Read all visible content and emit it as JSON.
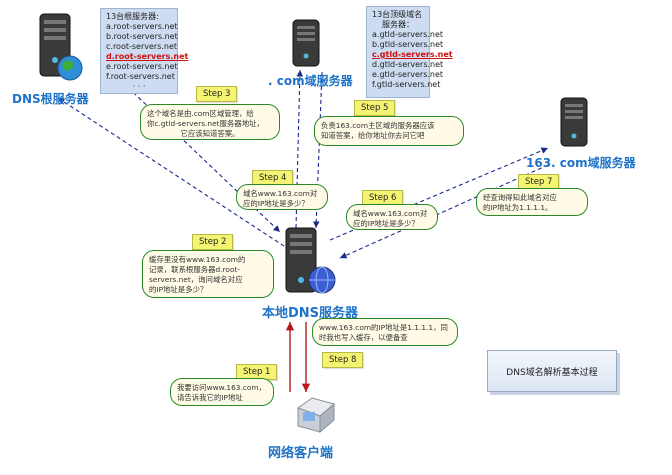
{
  "root_server": {
    "label": "DNS根服务器",
    "list_title": "13台根服务器:",
    "list": [
      "a.root-servers.net",
      "b.root-servers.net",
      "c.root-servers.net",
      "d.root-servers.net",
      "e.root-servers.net",
      "f.root-servers.net",
      "· · ·"
    ],
    "highlight_index": 3
  },
  "com_server": {
    "label": ". com域服务器",
    "list_title": [
      "13台顶级域名",
      "服务器："
    ],
    "list": [
      "a.gtld-servers.net",
      "b.gtld-servers.net",
      "c.gtld-servers.net",
      "d.gtld-servers.net",
      "e.gtld-servers.net",
      "f.gtld-servers.net"
    ],
    "highlight_index": 2
  },
  "domain_server": {
    "label": "163. com域服务器"
  },
  "local_server": {
    "label": "本地DNS服务器"
  },
  "client": {
    "label": "网络客户端"
  },
  "steps": {
    "s1": "Step 1",
    "s2": "Step 2",
    "s3": "Step 3",
    "s4": "Step 4",
    "s5": "Step 5",
    "s6": "Step 6",
    "s7": "Step 7",
    "s8": "Step 8"
  },
  "bubbles": {
    "b1": [
      "我要访问www.163.com，",
      "请告诉我它的IP地址"
    ],
    "b2": [
      "缓存里没有www.163.com的",
      "记录，联系根服务器d.root-",
      "servers.net，询问域名对应",
      "的IP地址是多少？"
    ],
    "b3": [
      "这个域名是由.com区域管理，给",
      "你c.gtld-servers.net服务器地址，",
      "它应该知道答案。"
    ],
    "b4": [
      "域名www.163.com对",
      "应的IP地址是多少？"
    ],
    "b5": [
      "负责163.com主区域的服务器应该",
      "知道答案，给你地址你去问它吧"
    ],
    "b6": [
      "域名www.163.com对",
      "应的IP地址是多少？"
    ],
    "b7": [
      "经查询得知此域名对应",
      "的IP地址为1.1.1.1。"
    ],
    "b8": [
      "www.163.com的IP地址是1.1.1.1，同",
      "时我也写入缓存，以便备查"
    ]
  },
  "legend": "DNS域名解析基本过程",
  "colors": {
    "label_blue": "#1f73c8",
    "arrow_blue": "#1a2a8a",
    "arrow_red": "#b81818",
    "bubble_border": "#2a8a2a",
    "step_fill": "#f4f472",
    "panel_fill": "#cddcf1"
  }
}
